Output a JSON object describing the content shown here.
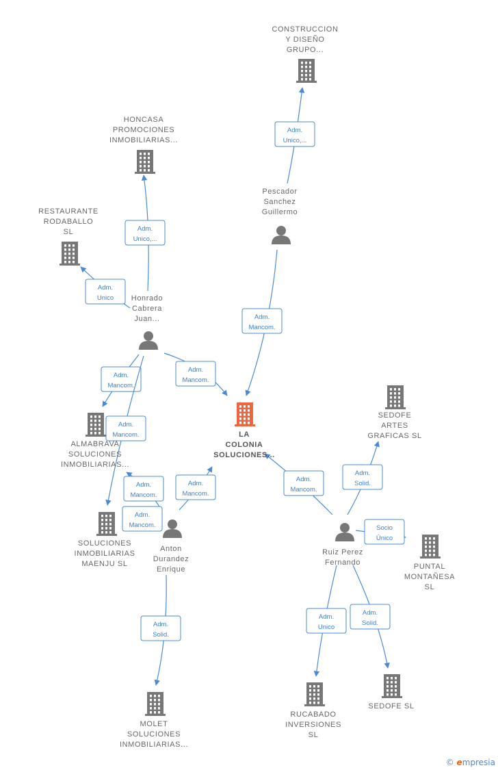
{
  "colors": {
    "edge": "#4a8ad4",
    "company": "#777777",
    "person": "#777777",
    "focus": "#f0653a"
  },
  "nodes": [
    {
      "id": "construccion",
      "type": "company",
      "label": [
        "CONSTRUCCION",
        "Y DISEÑO",
        "GRUPO..."
      ]
    },
    {
      "id": "honcasa",
      "type": "company",
      "label": [
        "HONCASA",
        "PROMOCIONES",
        "INMOBILIARIAS..."
      ]
    },
    {
      "id": "restaurante",
      "type": "company",
      "label": [
        "RESTAURANTE",
        "RODABALLO",
        "SL"
      ]
    },
    {
      "id": "pescador",
      "type": "person",
      "label": [
        "Pescador",
        "Sanchez",
        "Guillermo"
      ]
    },
    {
      "id": "honrado",
      "type": "person",
      "label": [
        "Honrado",
        "Cabrera",
        "Juan..."
      ]
    },
    {
      "id": "lacolonia",
      "type": "company",
      "focus": true,
      "label": [
        "LA",
        "COLONIA",
        "SOLUCIONES..."
      ]
    },
    {
      "id": "sedofeartes",
      "type": "company",
      "label": [
        "SEDOFE",
        "ARTES",
        "GRAFICAS  SL"
      ]
    },
    {
      "id": "almabrava",
      "type": "company",
      "label": [
        "ALMABRAVA",
        "SOLUCIONES",
        "INMOBILIARIAS..."
      ]
    },
    {
      "id": "maenju",
      "type": "company",
      "label": [
        "SOLUCIONES",
        "INMOBILIARIAS",
        "MAENJU  SL"
      ]
    },
    {
      "id": "anton",
      "type": "person",
      "label": [
        "Anton",
        "Durandez",
        "Enrique"
      ]
    },
    {
      "id": "ruiz",
      "type": "person",
      "label": [
        "Ruiz Perez",
        "Fernando"
      ]
    },
    {
      "id": "puntal",
      "type": "company",
      "label": [
        "PUNTAL",
        "MONTAÑESA",
        "SL"
      ]
    },
    {
      "id": "molet",
      "type": "company",
      "label": [
        "MOLET",
        "SOLUCIONES",
        "INMOBILIARIAS..."
      ]
    },
    {
      "id": "rucabado",
      "type": "company",
      "label": [
        "RUCABADO",
        "INVERSIONES",
        "SL"
      ]
    },
    {
      "id": "sedofe",
      "type": "company",
      "label": [
        "SEDOFE SL"
      ]
    }
  ],
  "edges": [
    {
      "from": "pescador",
      "to": "construccion",
      "label": [
        "Adm.",
        "Unico,..."
      ]
    },
    {
      "from": "honrado",
      "to": "honcasa",
      "label": [
        "Adm.",
        "Unico,..."
      ]
    },
    {
      "from": "honrado",
      "to": "restaurante",
      "label": [
        "Adm.",
        "Unico"
      ]
    },
    {
      "from": "pescador",
      "to": "lacolonia",
      "label": [
        "Adm.",
        "Mancom."
      ]
    },
    {
      "from": "honrado",
      "to": "lacolonia",
      "label": [
        "Adm.",
        "Mancom."
      ]
    },
    {
      "from": "honrado",
      "to": "almabrava",
      "label": [
        "Adm.",
        "Mancom."
      ]
    },
    {
      "from": "honrado",
      "to": "maenju",
      "label": [
        "Adm.",
        "Mancom."
      ]
    },
    {
      "from": "anton",
      "to": "almabrava",
      "label": [
        "Adm.",
        "Mancom."
      ]
    },
    {
      "from": "anton",
      "to": "lacolonia",
      "label": [
        "Adm.",
        "Mancom."
      ]
    },
    {
      "from": "anton",
      "to": "maenju",
      "label": [
        "Adm.",
        "Mancom."
      ]
    },
    {
      "from": "anton",
      "to": "molet",
      "label": [
        "Adm.",
        "Solid."
      ]
    },
    {
      "from": "ruiz",
      "to": "lacolonia",
      "label": [
        "Adm.",
        "Mancom."
      ]
    },
    {
      "from": "ruiz",
      "to": "sedofeartes",
      "label": [
        "Adm.",
        "Solid."
      ]
    },
    {
      "from": "ruiz",
      "to": "puntal",
      "label": [
        "Socio",
        "Único"
      ]
    },
    {
      "from": "ruiz",
      "to": "rucabado",
      "label": [
        "Adm.",
        "Unico"
      ]
    },
    {
      "from": "ruiz",
      "to": "sedofe",
      "label": [
        "Adm.",
        "Solid."
      ]
    }
  ],
  "footer": {
    "copyright": "©",
    "brand_initial": "e",
    "brand_rest": "mpresia"
  }
}
